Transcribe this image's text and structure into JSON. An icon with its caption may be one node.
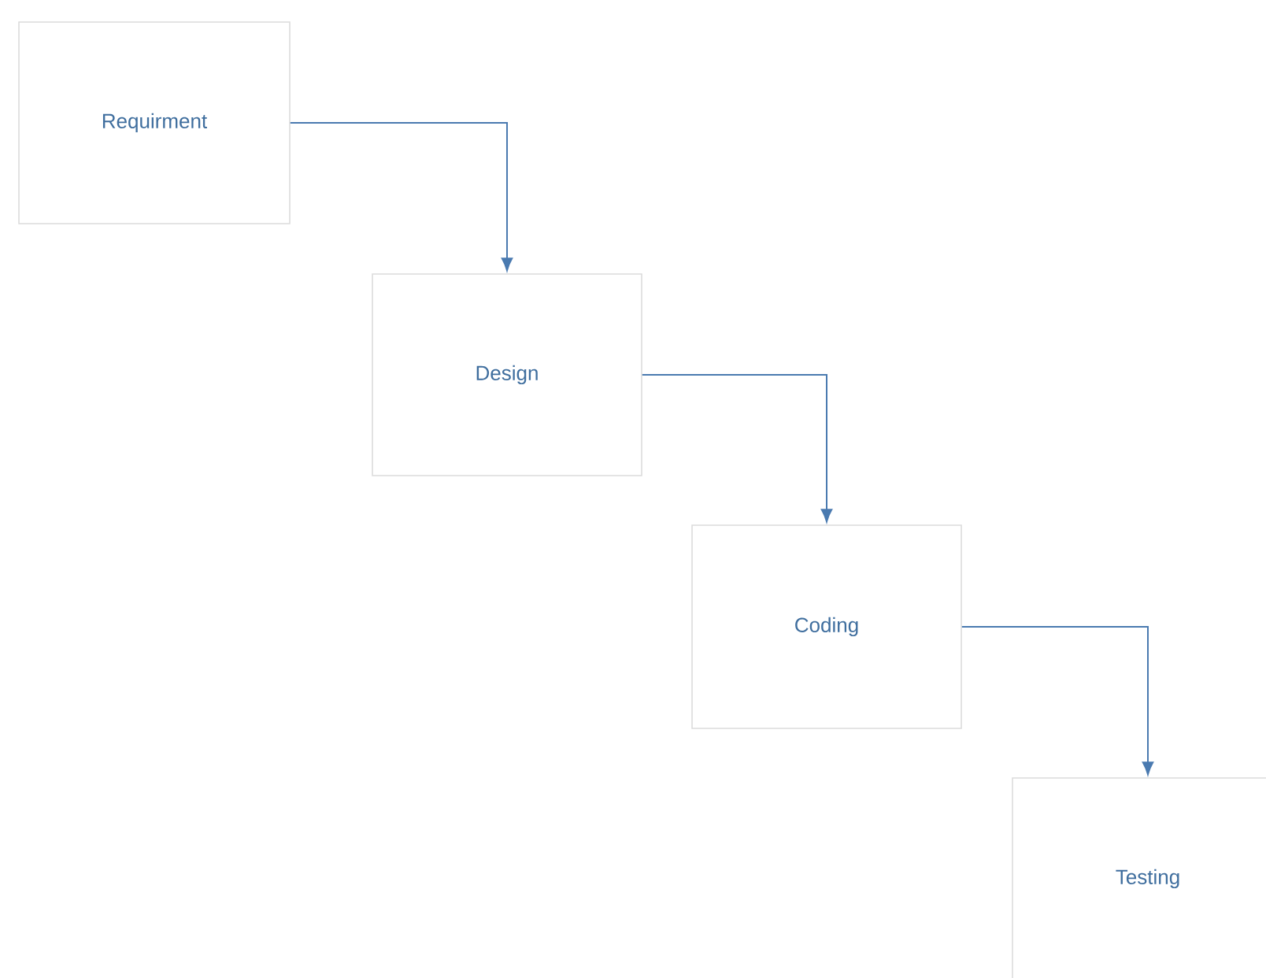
{
  "diagram": {
    "nodes": [
      {
        "text": [
          "Requirment"
        ]
      },
      {
        "text": [
          "Design"
        ]
      },
      {
        "text": [
          "Coding"
        ]
      },
      {
        "text": [
          "Testing"
        ]
      }
    ],
    "edges": [
      {
        "from": 0,
        "to": 1,
        "arrow": "to"
      },
      {
        "from": 1,
        "to": 2,
        "arrow": "to"
      },
      {
        "from": 2,
        "to": 3,
        "arrow": "to"
      }
    ]
  }
}
